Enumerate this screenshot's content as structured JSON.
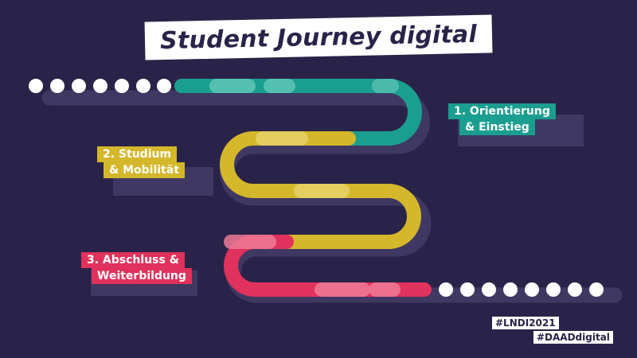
{
  "title": "Student Journey digital",
  "stages": [
    {
      "line1": "1. Orientierung",
      "line2": "& Einstieg",
      "color": "#1a9e8f"
    },
    {
      "line1": "2. Studium",
      "line2": "& Mobilität",
      "color": "#d4b72a"
    },
    {
      "line1": "3. Abschluss &",
      "line2": "Weiterbildung",
      "color": "#e0325c"
    }
  ],
  "hashtags": [
    "#LNDI2021",
    "#DAADdigital"
  ],
  "colors": {
    "background": "#2a2349",
    "shadow": "#3f3863",
    "teal": "#1a9e8f",
    "yellow": "#d4b72a",
    "pink": "#e0325c",
    "white": "#ffffff"
  }
}
